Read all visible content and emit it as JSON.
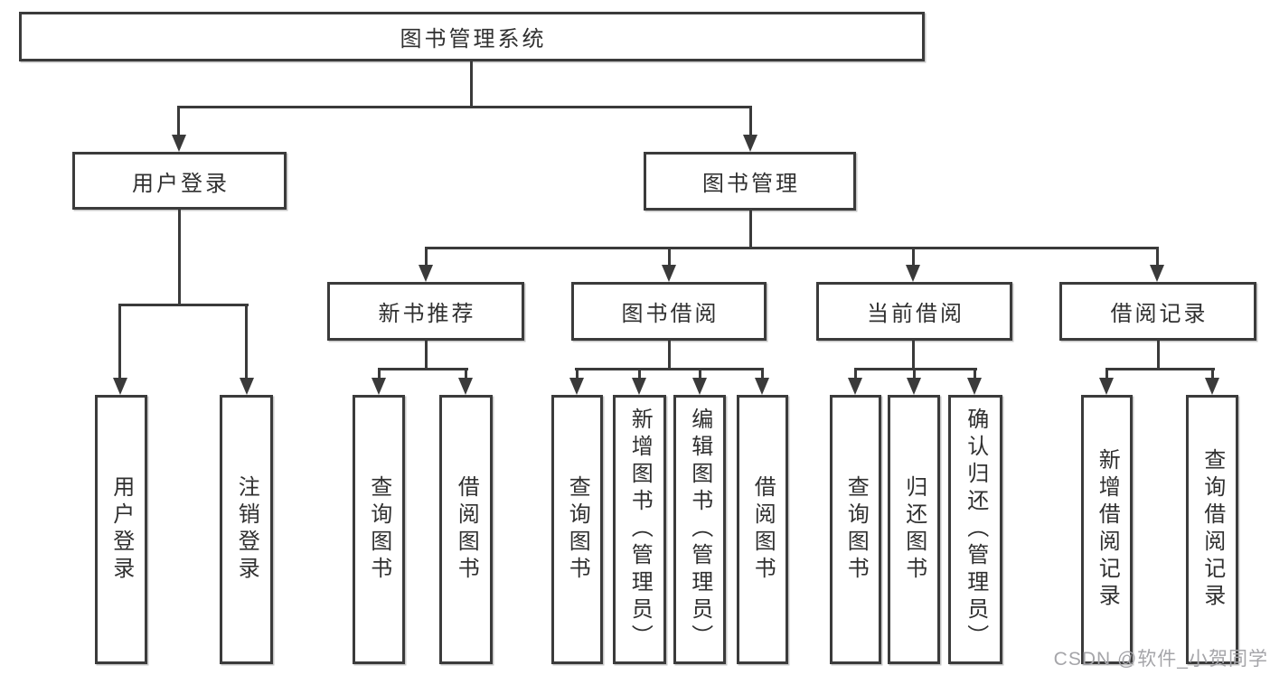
{
  "diagram": {
    "title": "图书管理系统",
    "branches": [
      {
        "label": "用户登录",
        "children": [
          {
            "label": "用户登录"
          },
          {
            "label": "注销登录"
          }
        ]
      },
      {
        "label": "图书管理",
        "groups": [
          {
            "label": "新书推荐",
            "children": [
              {
                "label": "查询图书"
              },
              {
                "label": "借阅图书"
              }
            ]
          },
          {
            "label": "图书借阅",
            "children": [
              {
                "label": "查询图书"
              },
              {
                "label": "新增图书（管理员）"
              },
              {
                "label": "编辑图书（管理员）"
              },
              {
                "label": "借阅图书"
              }
            ]
          },
          {
            "label": "当前借阅",
            "children": [
              {
                "label": "查询图书"
              },
              {
                "label": "归还图书"
              },
              {
                "label": "确认归还（管理员）"
              }
            ]
          },
          {
            "label": "借阅记录",
            "children": [
              {
                "label": "新增借阅记录"
              },
              {
                "label": "查询借阅记录"
              }
            ]
          }
        ]
      }
    ]
  },
  "watermark": {
    "text": "CSDN @软件_小贺同学"
  },
  "colors": {
    "line": "#3a3a3a",
    "box_border": "#3b3b3b",
    "text": "#303030",
    "watermark": "#a5a5a9",
    "background": "#ffffff"
  }
}
